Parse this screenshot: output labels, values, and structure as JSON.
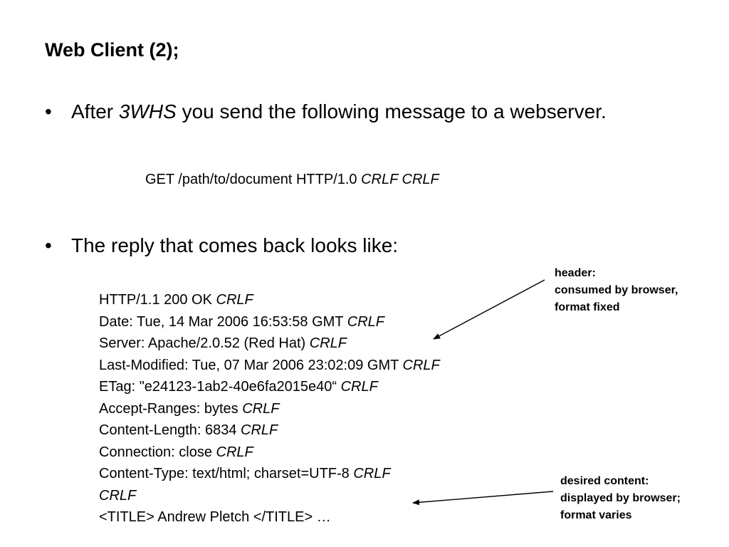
{
  "slide": {
    "title": "Web Client (2);",
    "bullet_glyph": "•",
    "bullet1": {
      "before": "After ",
      "italic": "3WHS",
      "after": " you send the following message to a webserver."
    },
    "request": {
      "text": "GET /path/to/document HTTP/1.0 ",
      "italic": "CRLF CRLF"
    },
    "bullet2": "The reply that comes back looks like:",
    "reply_lines": [
      {
        "text": "HTTP/1.1 200 OK  ",
        "italic": "CRLF"
      },
      {
        "text": "Date: Tue, 14 Mar 2006 16:53:58 GMT  ",
        "italic": "CRLF"
      },
      {
        "text": "Server: Apache/2.0.52 (Red Hat)  ",
        "italic": "CRLF"
      },
      {
        "text": "Last-Modified: Tue, 07 Mar 2006 23:02:09 GMT  ",
        "italic": "CRLF"
      },
      {
        "text": "ETag: \"e24123-1ab2-40e6fa2015e40“  ",
        "italic": "CRLF"
      },
      {
        "text": "Accept-Ranges: bytes  ",
        "italic": "CRLF"
      },
      {
        "text": "Content-Length: 6834  ",
        "italic": "CRLF"
      },
      {
        "text": "Connection: close  ",
        "italic": "CRLF"
      },
      {
        "text": "Content-Type: text/html; charset=UTF-8 ",
        "italic": "CRLF"
      },
      {
        "text": "",
        "italic": "CRLF"
      },
      {
        "text": "<TITLE> Andrew Pletch </TITLE> …",
        "italic": ""
      }
    ],
    "note_header": [
      "header:",
      "consumed by browser,",
      "format fixed"
    ],
    "note_content": [
      "desired content:",
      "displayed by browser;",
      "format varies"
    ]
  }
}
